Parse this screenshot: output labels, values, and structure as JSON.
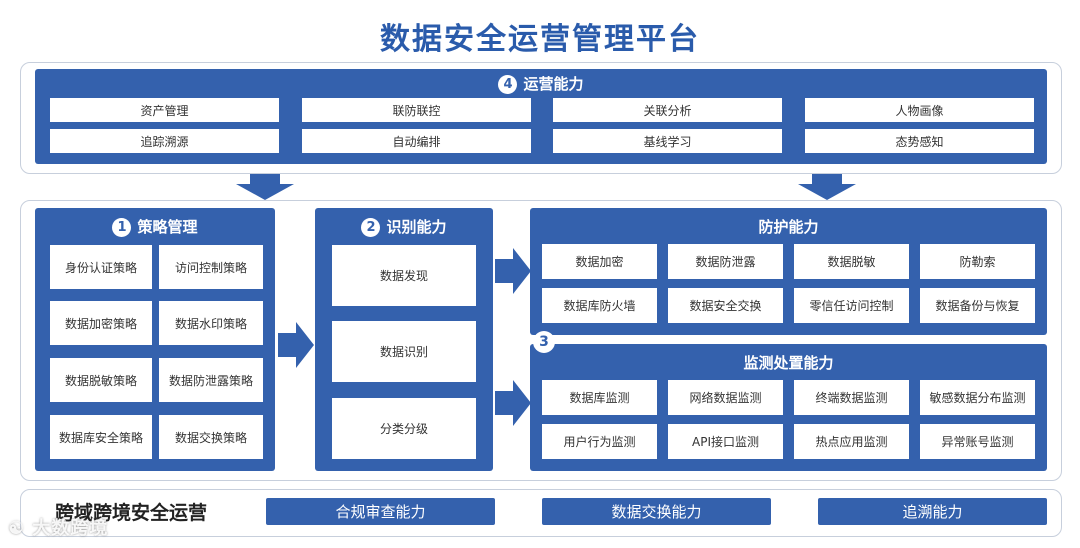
{
  "title": "数据安全运营管理平台",
  "ops": {
    "num": "4",
    "title": "运营能力",
    "items": [
      "资产管理",
      "联防联控",
      "关联分析",
      "人物画像",
      "追踪溯源",
      "自动编排",
      "基线学习",
      "态势感知"
    ]
  },
  "strategy": {
    "num": "1",
    "title": "策略管理",
    "items": [
      "身份认证策略",
      "访问控制策略",
      "数据加密策略",
      "数据水印策略",
      "数据脱敏策略",
      "数据防泄露策略",
      "数据库安全策略",
      "数据交换策略"
    ]
  },
  "identify": {
    "num": "2",
    "title": "识别能力",
    "items": [
      "数据发现",
      "数据识别",
      "分类分级"
    ]
  },
  "protect": {
    "title": "防护能力",
    "items": [
      "数据加密",
      "数据防泄露",
      "数据脱敏",
      "防勒索",
      "数据库防火墙",
      "数据安全交换",
      "零信任访问控制",
      "数据备份与恢复"
    ]
  },
  "monitor": {
    "num": "3",
    "title": "监测处置能力",
    "items": [
      "数据库监测",
      "网络数据监测",
      "终端数据监测",
      "敏感数据分布监测",
      "用户行为监测",
      "API接口监测",
      "热点应用监测",
      "异常账号监测"
    ]
  },
  "bottom": {
    "title": "跨域跨境安全运营",
    "caps": [
      "合规审查能力",
      "数据交换能力",
      "追溯能力"
    ]
  },
  "watermark": "大数跨境",
  "colors": {
    "primary": "#3461ad",
    "title": "#2a5bab",
    "border": "#c7cfdc"
  }
}
